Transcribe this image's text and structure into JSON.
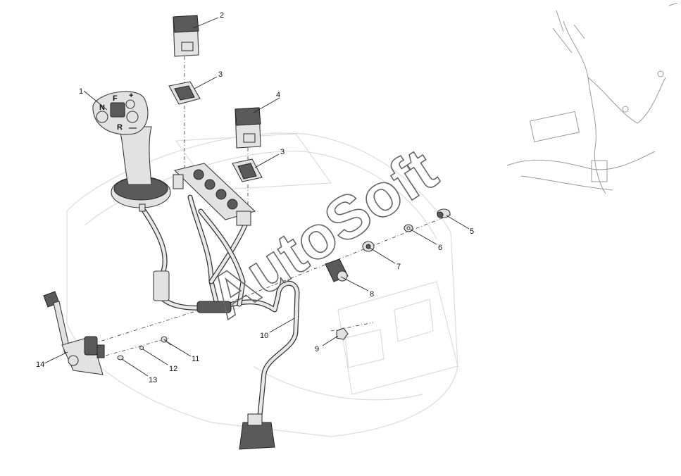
{
  "watermark": "AutoSoft",
  "knob_labels": {
    "n": "N",
    "f": "F",
    "r": "R",
    "plus": "+",
    "minus": "—"
  },
  "callouts": [
    {
      "id": "1",
      "label": "1"
    },
    {
      "id": "2",
      "label": "2"
    },
    {
      "id": "3a",
      "label": "3"
    },
    {
      "id": "3b",
      "label": "3"
    },
    {
      "id": "4",
      "label": "4"
    },
    {
      "id": "5",
      "label": "5"
    },
    {
      "id": "6",
      "label": "6"
    },
    {
      "id": "7",
      "label": "7"
    },
    {
      "id": "8",
      "label": "8"
    },
    {
      "id": "9",
      "label": "9"
    },
    {
      "id": "10",
      "label": "10"
    },
    {
      "id": "11",
      "label": "11"
    },
    {
      "id": "12",
      "label": "12"
    },
    {
      "id": "13",
      "label": "13"
    },
    {
      "id": "14",
      "label": "14"
    }
  ]
}
